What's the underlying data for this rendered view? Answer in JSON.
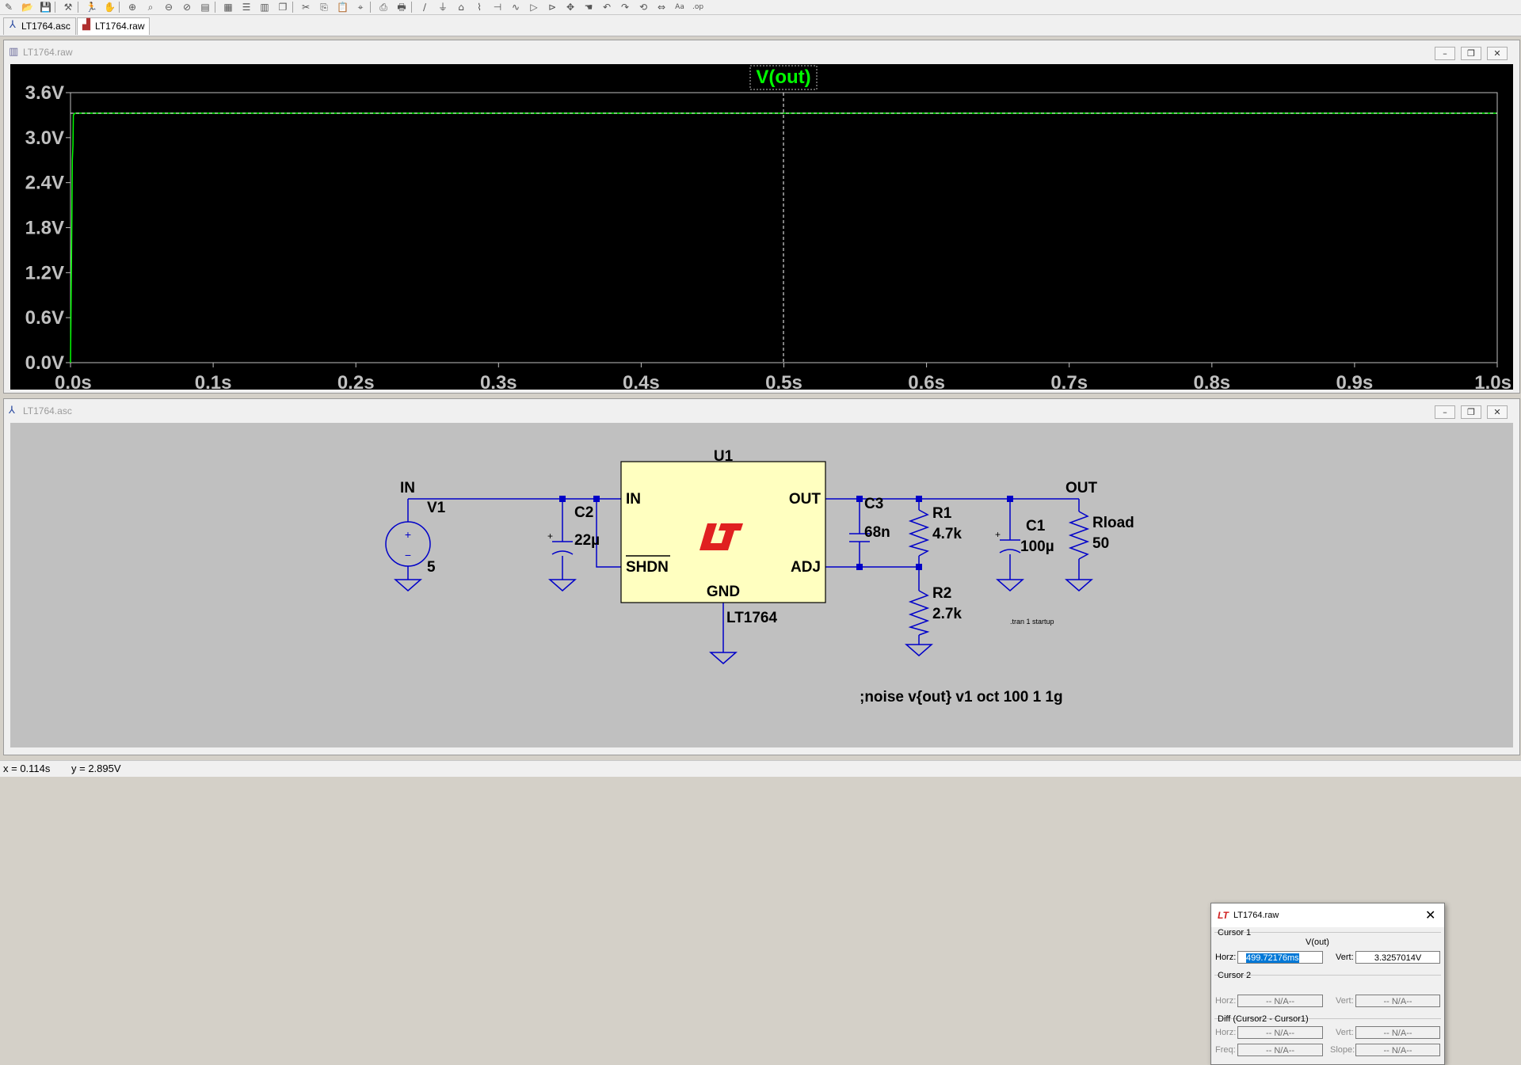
{
  "toolbar": {
    "icons": [
      "new-schematic-icon",
      "open-icon",
      "save-icon",
      "control-panel-icon",
      "run-icon",
      "halt-icon",
      "zoom-in-icon",
      "zoom-area-icon",
      "zoom-out-icon",
      "zoom-cancel-icon",
      "autorange-icon",
      "fft-icon",
      "tile-horizontal-icon",
      "tile-vertical-icon",
      "cascade-icon",
      "cut-icon",
      "copy-icon",
      "paste-icon",
      "find-icon",
      "print-setup-icon",
      "print-icon",
      "wire-icon",
      "ground-icon",
      "label-icon",
      "resistor-icon",
      "capacitor-icon",
      "inductor-icon",
      "diode-icon",
      "component-icon",
      "move-icon",
      "drag-icon",
      "undo-icon",
      "redo-icon",
      "rotate-icon",
      "mirror-icon",
      "text-icon",
      "spice-directive-icon"
    ]
  },
  "tabs": [
    {
      "label": "LT1764.asc",
      "active": false
    },
    {
      "label": "LT1764.raw",
      "active": true
    }
  ],
  "plot_window": {
    "title": "LT1764.raw",
    "trace_label": "V(out)",
    "trace_color": "#00ff00",
    "cursor_color": "#ffffff",
    "text_color": "#c0c0c0"
  },
  "chart_data": {
    "type": "line",
    "xlabel": "",
    "ylabel": "",
    "xlim": [
      0,
      1.0
    ],
    "ylim": [
      0,
      3.6
    ],
    "x_ticks": [
      "0.0s",
      "0.1s",
      "0.2s",
      "0.3s",
      "0.4s",
      "0.5s",
      "0.6s",
      "0.7s",
      "0.8s",
      "0.9s",
      "1.0s"
    ],
    "y_ticks": [
      "0.0V",
      "0.6V",
      "1.2V",
      "1.8V",
      "2.4V",
      "3.0V",
      "3.6V"
    ],
    "grid": false,
    "series": [
      {
        "name": "V(out)",
        "x": [
          0,
          0.0005,
          0.001,
          0.0013,
          0.0017,
          0.002,
          0.003,
          0.1,
          0.5,
          1.0
        ],
        "y": [
          0,
          1.0,
          2.0,
          2.7,
          2.9,
          3.3,
          3.3257,
          3.3257,
          3.3257,
          3.3257
        ]
      }
    ],
    "cursor_x": 0.49972176
  },
  "schematic_window": {
    "title": "LT1764.asc",
    "wire_color": "#0000c8",
    "ic_fill": "#ffffc0",
    "labels": {
      "u1": "U1",
      "part": "LT1764",
      "pin_in": "IN",
      "pin_shdn": "SHDN",
      "pin_gnd": "GND",
      "pin_out": "OUT",
      "pin_adj": "ADJ",
      "net_in": "IN",
      "net_out": "OUT",
      "v1": "V1",
      "v1_val": "5",
      "c2": "C2",
      "c2_val": "22µ",
      "c3": "C3",
      "c3_val": "68n",
      "r1": "R1",
      "r1_val": "4.7k",
      "r2": "R2",
      "r2_val": "2.7k",
      "c1": "C1",
      "c1_val": "100µ",
      "rload": "Rload",
      "rload_val": "50",
      "tran": ".tran 1 startup",
      "noise": ";noise v{out} v1 oct 100 1 1g"
    }
  },
  "cursor_dialog": {
    "title": "LT1764.raw",
    "cursor1_label": "Cursor 1",
    "trace": "V(out)",
    "horz_label": "Horz:",
    "vert_label": "Vert:",
    "c1_horz": "499.72176ms",
    "c1_vert": "3.3257014V",
    "cursor2_label": "Cursor 2",
    "c2_horz": "-- N/A--",
    "c2_vert": "-- N/A--",
    "diff_label": "Diff (Cursor2 - Cursor1)",
    "diff_horz": "-- N/A--",
    "diff_vert": "-- N/A--",
    "freq_label": "Freq:",
    "slope_label": "Slope:",
    "freq": "-- N/A--",
    "slope": "-- N/A--"
  },
  "status": {
    "x_text": "x = 0.114s",
    "y_text": "y = 2.895V"
  }
}
